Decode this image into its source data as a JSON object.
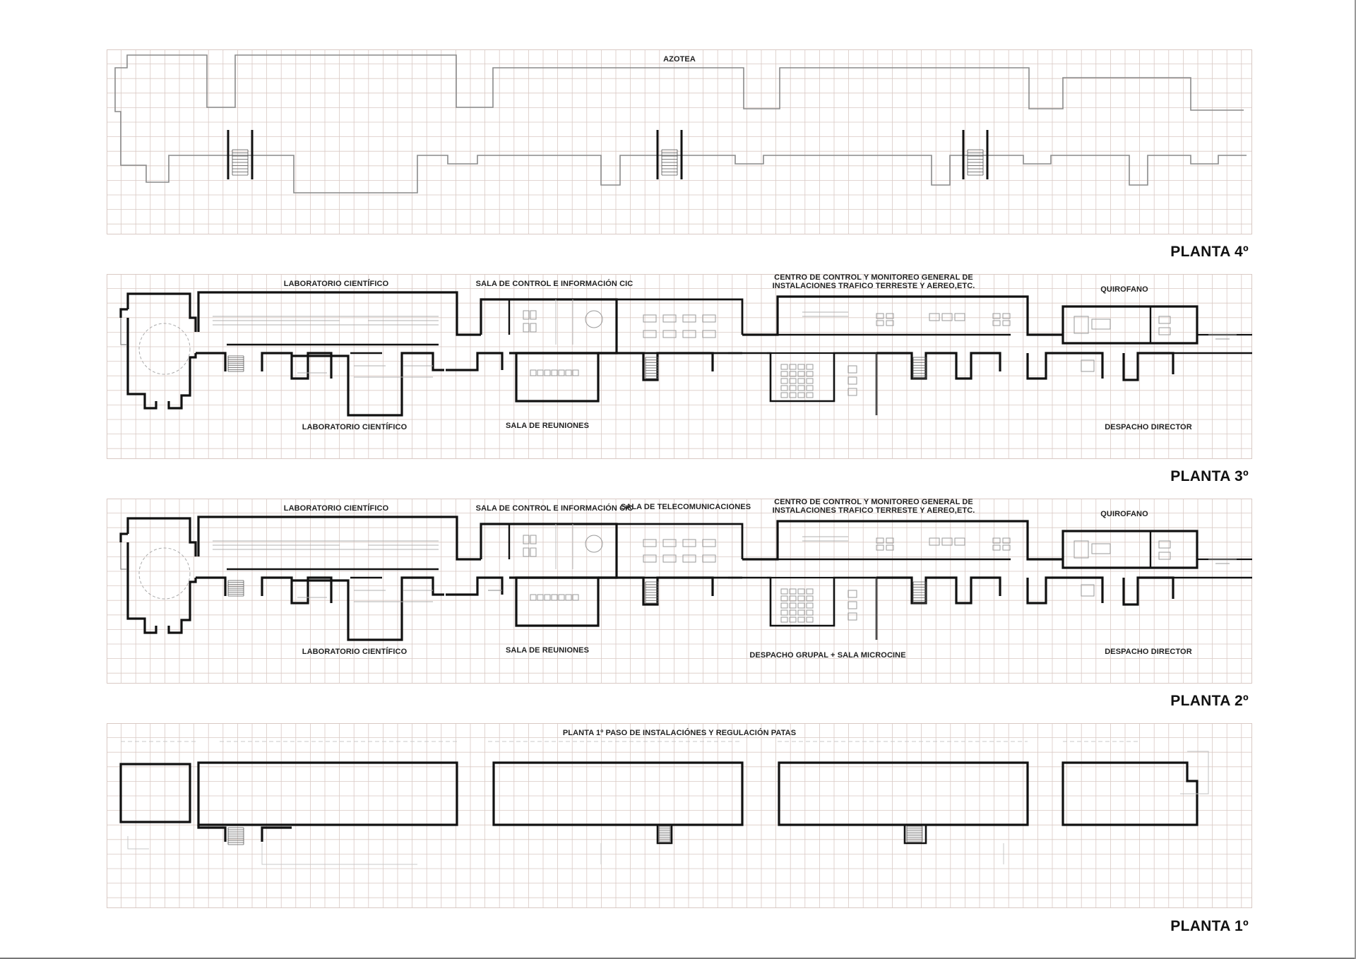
{
  "colors": {
    "grid": "#d9c9c4",
    "wall": "#111111",
    "outline": "#8a8a8a",
    "furniture": "#9a9a9a"
  },
  "floors": [
    {
      "title": "PLANTA 4º",
      "labels": [
        {
          "text": "AZOTEA"
        }
      ]
    },
    {
      "title": "PLANTA 3º",
      "labels": [
        {
          "text": "LABORATORIO CIENTÍFICO"
        },
        {
          "text": "SALA DE CONTROL E INFORMACIÓN CIC"
        },
        {
          "text": "CENTRO DE CONTROL Y MONITOREO GENERAL DE"
        },
        {
          "text": "INSTALACIONES TRAFICO TERRESTE Y AEREO,ETC."
        },
        {
          "text": "QUIROFANO"
        },
        {
          "text": "LABORATORIO CIENTÍFICO"
        },
        {
          "text": "SALA DE REUNIONES"
        },
        {
          "text": "DESPACHO DIRECTOR"
        }
      ]
    },
    {
      "title": "PLANTA 2º",
      "labels": [
        {
          "text": "LABORATORIO CIENTÍFICO"
        },
        {
          "text": "SALA DE CONTROL E INFORMACIÓN CIC"
        },
        {
          "text": "SALA DE TELECOMUNICACIONES"
        },
        {
          "text": "CENTRO DE CONTROL Y MONITOREO GENERAL DE"
        },
        {
          "text": "INSTALACIONES TRAFICO TERRESTE Y AEREO,ETC."
        },
        {
          "text": "QUIROFANO"
        },
        {
          "text": "LABORATORIO CIENTÍFICO"
        },
        {
          "text": "SALA DE REUNIONES"
        },
        {
          "text": "DESPACHO GRUPAL +  SALA MICROCINE"
        },
        {
          "text": "DESPACHO DIRECTOR"
        }
      ]
    },
    {
      "title": "PLANTA 1º",
      "labels": [
        {
          "text": "PLANTA 1º PASO DE INSTALACIÓNES Y REGULACIÓN PATAS"
        }
      ]
    }
  ]
}
